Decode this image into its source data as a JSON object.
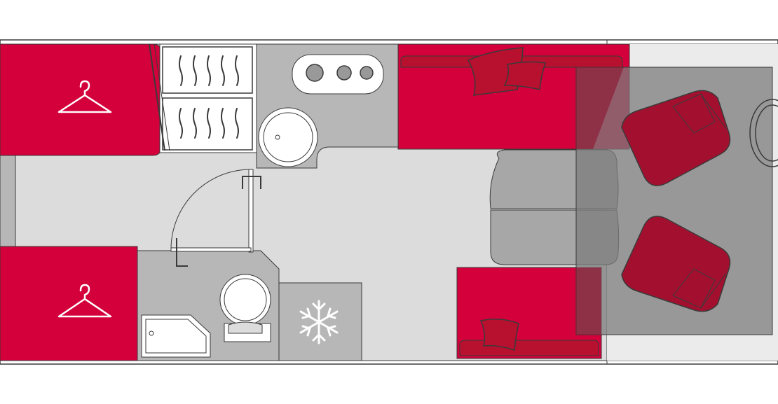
{
  "floorplan": {
    "colors": {
      "background": "#ffffff",
      "floor": "#dcdcdc",
      "furniture_red": "#d4003b",
      "cushion_red": "#b8102f",
      "cabinet_grey": "#b7b7b7",
      "carpet_grey": "#7c7c7c",
      "outline": "#3a3a3a"
    },
    "icons": [
      "wardrobe-hanger-icon",
      "snowflake-icon",
      "toilet-icon",
      "shower-tray-icon",
      "sink-icon",
      "hob-burner-icon",
      "pillow-icon",
      "armchair-icon",
      "table-icon",
      "steering-wheel-icon",
      "fridge-icon"
    ],
    "zones": [
      "wardrobe-top",
      "wardrobe-bottom",
      "shower-cabinet",
      "kitchen-counter",
      "bench-seat-top",
      "bench-seat-bottom",
      "dinette-table",
      "cab-carpet",
      "washroom"
    ]
  }
}
